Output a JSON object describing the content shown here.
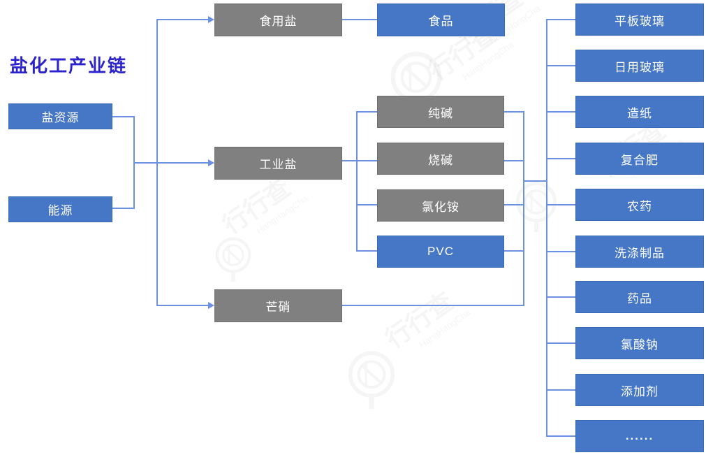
{
  "title": "盐化工产业链",
  "watermark": {
    "text": "行行查",
    "subtext": "HangHangCha"
  },
  "colors": {
    "title_text": "#2C23CD",
    "node_blue_fill": "#4577C6",
    "node_blue_border": "#3A69B5",
    "node_gray_fill": "#808080",
    "node_gray_border": "#6F6F6F",
    "connector_blue": "#6B92E2",
    "node_text": "#FFFFFF",
    "background": "#FFFFFF"
  },
  "diagram": {
    "sources": [
      {
        "label": "盐资源"
      },
      {
        "label": "能源"
      }
    ],
    "primary_products": [
      {
        "label": "食用盐"
      },
      {
        "label": "工业盐"
      },
      {
        "label": "芒硝"
      }
    ],
    "secondary_products": [
      {
        "label": "食品"
      },
      {
        "label": "纯碱"
      },
      {
        "label": "烧碱"
      },
      {
        "label": "氯化铵"
      },
      {
        "label": "PVC"
      }
    ],
    "applications": [
      {
        "label": "平板玻璃"
      },
      {
        "label": "日用玻璃"
      },
      {
        "label": "造纸"
      },
      {
        "label": "复合肥"
      },
      {
        "label": "农药"
      },
      {
        "label": "洗涤制品"
      },
      {
        "label": "药品"
      },
      {
        "label": "氯酸钠"
      },
      {
        "label": "添加剂"
      },
      {
        "label": "......"
      }
    ]
  }
}
